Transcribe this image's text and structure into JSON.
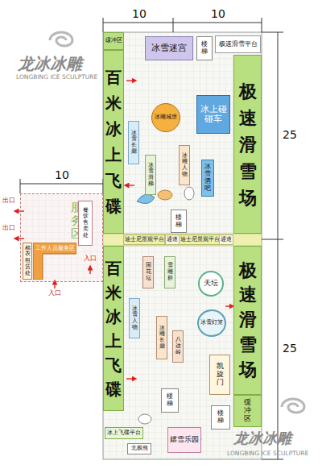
{
  "diagram": {
    "nodes": [
      {
        "text": [
          "缓冲区"
        ]
      },
      {
        "text": [
          "百米冰上飞碟"
        ]
      },
      {
        "text": [
          "冰雪迷宫"
        ]
      },
      {
        "text": [
          "楼梯"
        ]
      },
      {
        "text": [
          "极速滑雪平台"
        ]
      },
      {
        "text": [
          "极速滑雪场"
        ]
      },
      {
        "text": [
          "冰上碰碰车"
        ]
      },
      {
        "text": [
          "冰雪酒吧"
        ]
      },
      {
        "text": [
          "冰雕城堡"
        ]
      },
      {
        "text": [
          "冰雪长廊"
        ]
      },
      {
        "text": [
          "冰雪滑梯"
        ]
      },
      {
        "text": [
          "冰雕人物"
        ]
      },
      {
        "text": [
          "楼梯"
        ]
      },
      {
        "text": [
          "迪士尼景观平台"
        ]
      },
      {
        "text": [
          "通道"
        ]
      },
      {
        "text": [
          "迪士尼景观平台"
        ]
      },
      {
        "text": [
          "通道"
        ]
      },
      {
        "text": [
          "服务区"
        ]
      },
      {
        "text": [
          "餐饮售卖处"
        ],
        "in": 17
      },
      {
        "text": [
          "工作人员服务区"
        ],
        "in": 17
      },
      {
        "text": [
          "棉衣租赁处"
        ],
        "in": 17
      },
      {
        "text": [
          "百米冰上飞碟"
        ]
      },
      {
        "text": [
          "国花坛"
        ]
      },
      {
        "text": [
          "雪雕群"
        ]
      },
      {
        "text": [
          "冰雪人物"
        ]
      },
      {
        "text": [
          "天坛"
        ]
      },
      {
        "text": [
          "冰雕长廊"
        ]
      },
      {
        "text": [
          "八达岭"
        ]
      },
      {
        "text": [
          "冰雪灯笼"
        ]
      },
      {
        "text": [
          "极速滑雪场"
        ]
      },
      {
        "text": [
          "凯旋门"
        ]
      },
      {
        "text": [
          "缓冲区"
        ]
      },
      {
        "text": [
          "楼梯"
        ]
      },
      {
        "text": [
          "楼梯"
        ]
      },
      {
        "text": [
          "冰上飞碟平台"
        ]
      },
      {
        "text": [
          "北极熊"
        ]
      },
      {
        "text": [
          "嬉雪乐园"
        ]
      }
    ],
    "labels": [
      "10",
      "10",
      "25",
      "25",
      "10",
      "出口",
      "出口",
      "入口",
      "入口",
      "龙冰冰雕",
      "LONGBING ICE SCULPTURE",
      "龙冰冰雕",
      "LONGBING ICE SCULPTURE"
    ]
  }
}
